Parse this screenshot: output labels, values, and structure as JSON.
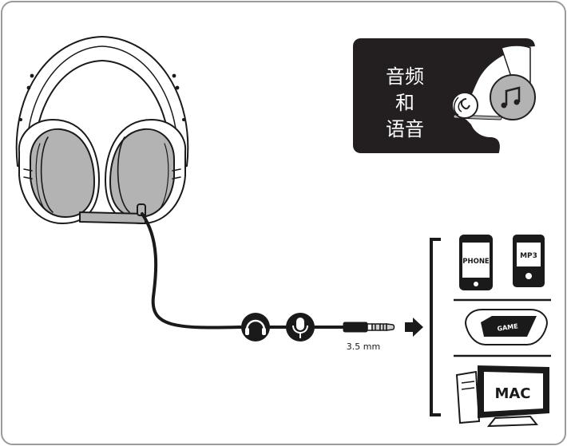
{
  "audio_voice_badge": {
    "lines": [
      "音频",
      "和",
      "语音"
    ]
  },
  "jack": {
    "size_label": "3.5 mm"
  },
  "devices": {
    "phone_label": "PHONE",
    "mp3_label": "MP3",
    "game_label": "GAME",
    "mac_label": "MAC"
  },
  "icons": [
    "headphone-icon",
    "microphone-icon",
    "arrow-right-icon",
    "music-note-icon",
    "voice-icon"
  ],
  "colors": {
    "frame": "#9a9a9a",
    "ink": "#1a1a1a",
    "pad_gray": "#b3b3b3",
    "badge_bg": "#231f20"
  }
}
